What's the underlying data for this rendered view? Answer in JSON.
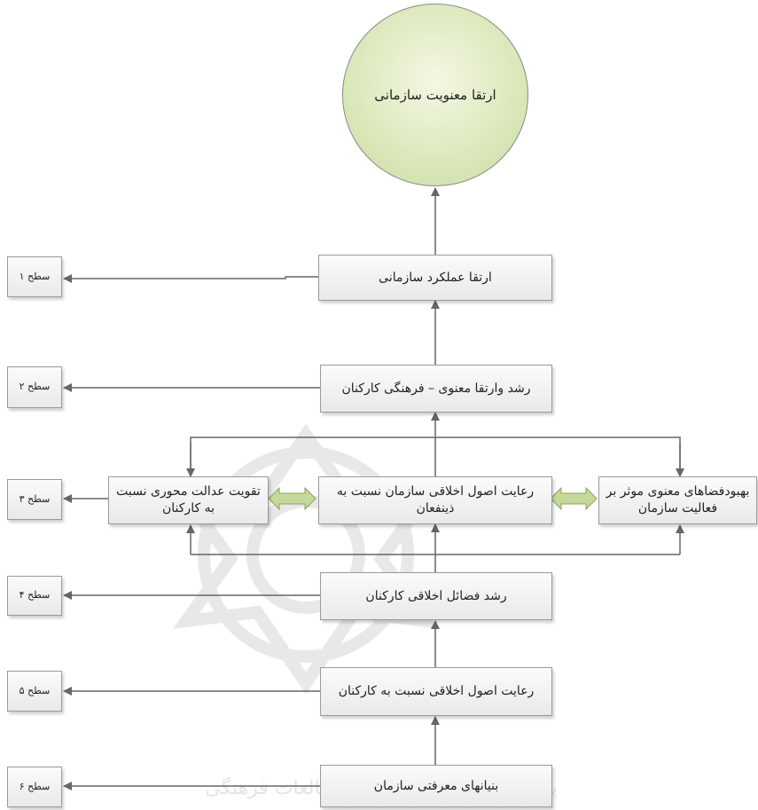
{
  "goal": {
    "text": "ارتقا معنویت سازمانی"
  },
  "boxes": {
    "b1": "ارتقا عملکرد سازمانی",
    "b2": "رشد وارتقا معنوی – فرهنگی کارکنان",
    "b3_center": "رعایت اصول اخلاقی سازمان نسبت به ذینفعان",
    "b3_left": "تقویت عدالت محوری نسبت به کارکنان",
    "b3_right": "بهبودفضاهای معنوی موثر بر فعالیت سازمان",
    "b4": "رشد فضائل اخلاقی کارکنان",
    "b5": "رعایت اصول اخلاقی نسبت به کارکنان",
    "b6": "بنیانهای معرفتی سازمان"
  },
  "levels": [
    "سطح ۱",
    "سطح ۲",
    "سطح ۳",
    "سطح ۴",
    "سطح ۵",
    "سطح ۶"
  ],
  "watermark": "پژوهشگاه علوم انسانی و مطالعات فرهنگی",
  "colors": {
    "line": "#666666",
    "arrow_fill": "#c6d99b",
    "arrow_stroke": "#8aa458",
    "goal_fill": "#dde9bd"
  }
}
